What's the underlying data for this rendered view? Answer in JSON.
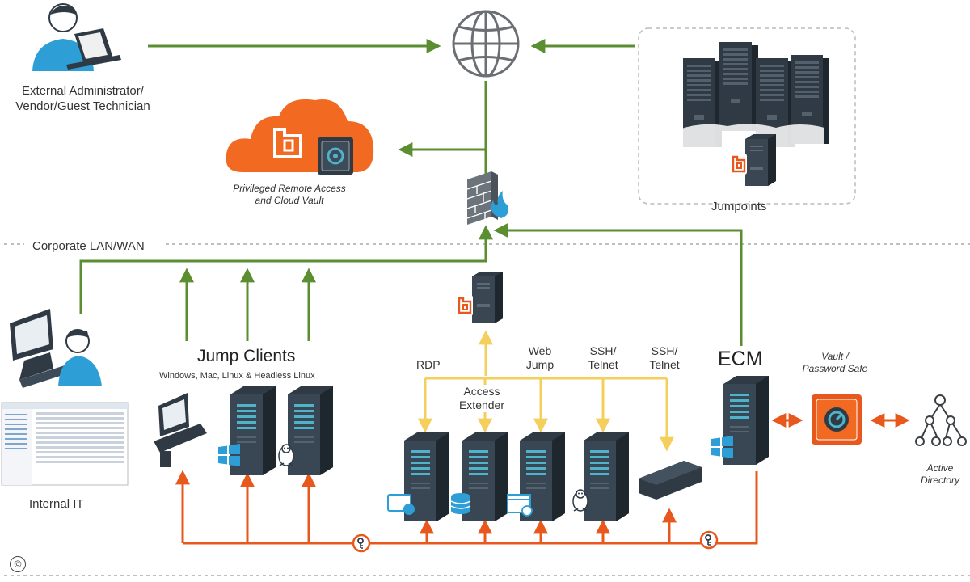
{
  "labels": {
    "external_admin": [
      "External Administrator/",
      "Vendor/Guest Technician"
    ],
    "cloud": [
      "Privileged Remote Access",
      "and Cloud Vault"
    ],
    "jumpoints": "Jumpoints",
    "corporate_lan": "Corporate LAN/WAN",
    "jump_clients_title": "Jump Clients",
    "jump_clients_sub": "Windows, Mac, Linux & Headless Linux",
    "internal_it": "Internal IT",
    "rdp": "RDP",
    "access_extender": [
      "Access",
      "Extender"
    ],
    "web_jump": [
      "Web",
      "Jump"
    ],
    "ssh_telnet_1": [
      "SSH/",
      "Telnet"
    ],
    "ssh_telnet_2": [
      "SSH/",
      "Telnet"
    ],
    "ecm": "ECM",
    "vault": [
      "Vault /",
      "Password Safe"
    ],
    "active_directory": [
      "Active",
      "Directory"
    ],
    "copyright": "©"
  },
  "colors": {
    "green": "#5b8e31",
    "orange": "#e8581c",
    "yellow": "#f5d36a",
    "server": "#2f3a45",
    "server_light": "#4a5866",
    "server_accent": "#4fb3c9",
    "cloud_orange": "#f26a22",
    "person_blue": "#2e9ed6"
  },
  "icons": {
    "globe": "globe-icon",
    "firewall": "firewall-icon",
    "cloud": "cloud-icon",
    "vault": "vault-icon",
    "active_directory": "hierarchy-icon",
    "key": "key-icon",
    "windows": "windows-logo-icon",
    "linux": "linux-tux-icon",
    "person": "person-icon"
  }
}
